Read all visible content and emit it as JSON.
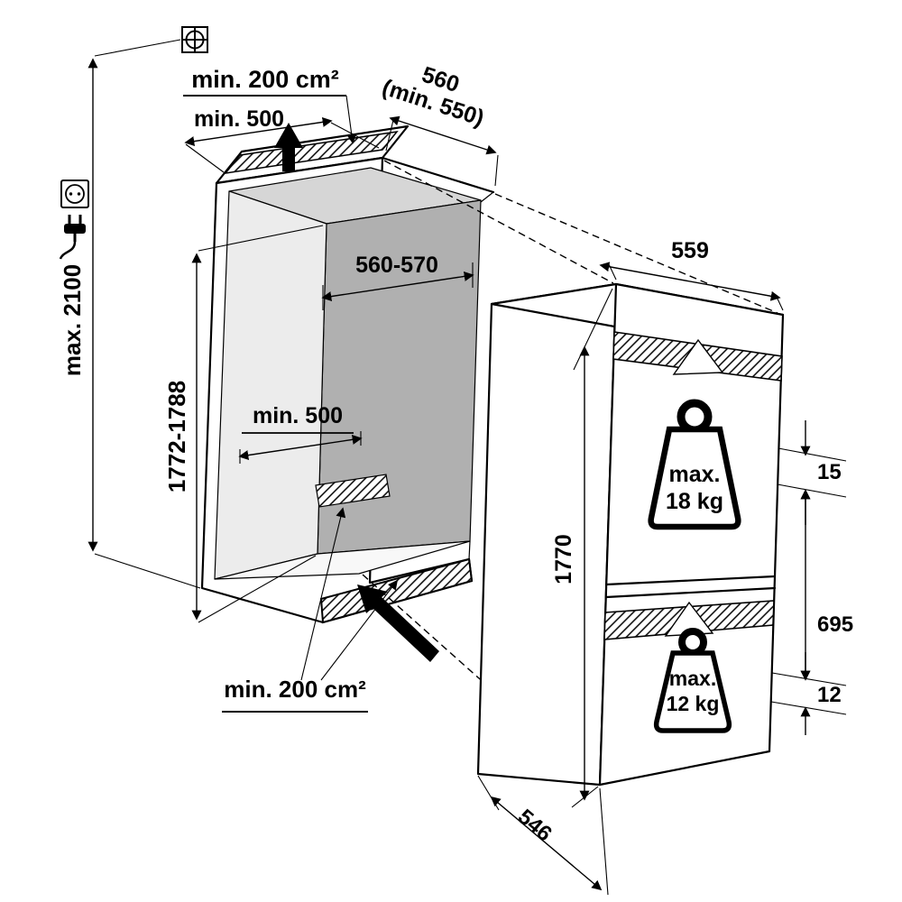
{
  "diagram": {
    "type": "appliance-installation-dimension-drawing",
    "colors": {
      "line": "#000000",
      "background": "#ffffff",
      "niche_back_wall": "#b0b0b0",
      "niche_ceiling": "#d6d6d6",
      "niche_side_wall": "#ececec",
      "niche_floor": "#f8f8f8"
    },
    "icons": {
      "mounting": "cross-screw-icon",
      "power_socket": "power-socket-icon",
      "power_plug": "power-plug-icon",
      "airflow_top": "airflow-up-arrow-icon",
      "airflow_bottom": "airflow-in-arrow-icon",
      "door_weight": "weight-icon"
    }
  },
  "labels": {
    "top_vent_area": "min. 200 cm²",
    "top_vent_width": "min. 500",
    "niche_depth_line1": "560",
    "niche_depth_line2": "(min. 550)",
    "niche_width": "560-570",
    "overall_height": "max. 2100",
    "niche_height": "1772-1788",
    "floor_vent_width": "min. 500",
    "floor_vent_area": "min. 200 cm²",
    "appliance_width": "559",
    "appliance_height": "1770",
    "appliance_depth": "546",
    "dim_gap_top": "15",
    "dim_lower_section": "695",
    "dim_gap_bottom": "12",
    "upper_door": {
      "max_label": "max.",
      "weight": "18 kg"
    },
    "lower_door": {
      "max_label": "max.",
      "weight": "12 kg"
    }
  }
}
